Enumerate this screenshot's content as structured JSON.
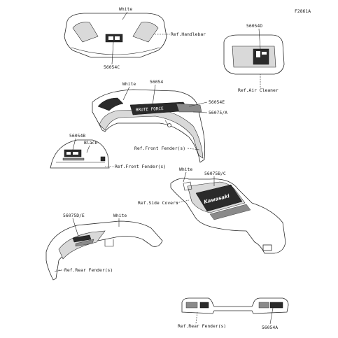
{
  "figure_code": "F2861A",
  "labels": {
    "white_top": "White",
    "ref_handlebar": "Ref.Handlebar",
    "part_56054C": "56054C",
    "part_56054D": "56054D",
    "ref_air_cleaner": "Ref.Air Cleaner",
    "white_front": "White",
    "part_56054": "56054",
    "part_56054E": "56054E",
    "part_56075A": "56075/A",
    "ref_front_fender_right": "Ref.Front Fender(s)",
    "part_56054B": "56054B",
    "black": "Black",
    "ref_front_fender_left": "Ref.Front Fender(s)",
    "white_side": "White",
    "part_56075BC": "56075B/C",
    "ref_side_covers": "Ref.Side Covers",
    "part_56075DE": "56075D/E",
    "white_rear": "White",
    "ref_rear_fender_left": "Ref.Rear Fender(s)",
    "ref_rear_fender_bottom": "Ref.Rear Fender(s)",
    "part_56054A": "56054A"
  },
  "decal_text": {
    "brute_force": "BRUTE FORCE",
    "kawasaki": "Kawasaki"
  },
  "icons": [
    "kawasaki-logo-decal",
    "brute-force-decal",
    "warning-label-decal"
  ],
  "colors": {
    "line": "#2a2a2a",
    "decal_dark": "#2b2b2b",
    "decal_mid": "#8a8a8a"
  }
}
